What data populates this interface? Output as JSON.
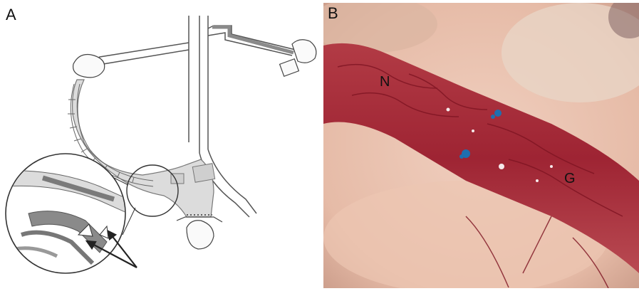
{
  "panels": {
    "a": {
      "label": "A"
    },
    "b": {
      "label": "B",
      "markers": {
        "n": "N",
        "g": "G"
      }
    }
  },
  "colors": {
    "tissue_bg": "#e9c3b0",
    "nerve_red": "#a8283a",
    "dye_blue": "#1e6fb0",
    "diagram_grey": "#d9d9d9",
    "diagram_dark": "#6f6f6f"
  }
}
